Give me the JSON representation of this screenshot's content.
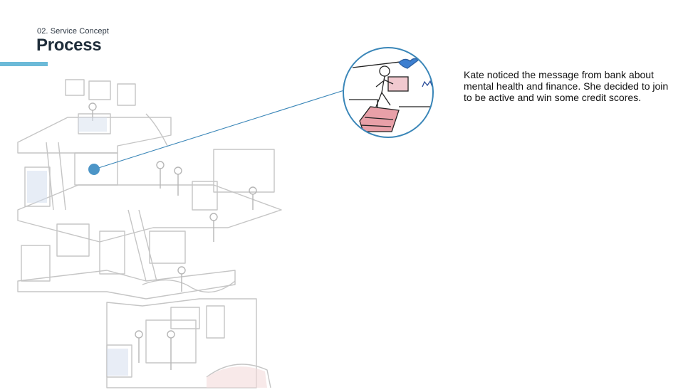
{
  "header": {
    "eyebrow": "02. Service Concept",
    "title": "Process"
  },
  "caption": "Kate noticed the message from bank about mental health and finance. She decided to join to be active and win some credit scores.",
  "colors": {
    "accent": "#6cbad8",
    "hotspot": "#4c95c7",
    "connector": "#3a86b8",
    "sketch": "#b8b8b8"
  },
  "icons": {
    "hotspot": "hotspot-marker-icon",
    "bird": "bird-icon"
  }
}
